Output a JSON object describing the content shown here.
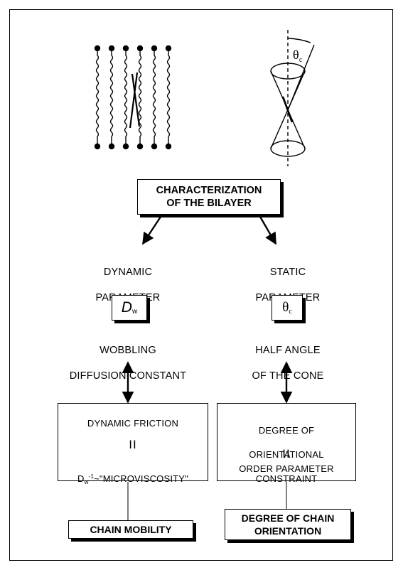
{
  "diagram": {
    "bilayer_box": {
      "line1": "CHARACTERIZATION",
      "line2": "OF THE BILAYER"
    },
    "cone_label": {
      "symbol": "θ",
      "subscript": "c"
    },
    "left": {
      "parameter": {
        "line1": "DYNAMIC",
        "line2": "PARAMETER"
      },
      "symbol": {
        "main": "D",
        "subscript": "w"
      },
      "description": {
        "line1": "WOBBLING",
        "line2": "DIFFUSION CONSTANT"
      },
      "friction_box": {
        "line1": "DYNAMIC FRICTION",
        "equals": "II",
        "d": "D",
        "d_sub": "w",
        "d_sup": "-1",
        "rest": "~\"MICROVISCOSITY\""
      },
      "result": "CHAIN MOBILITY"
    },
    "right": {
      "parameter": {
        "line1": "STATIC",
        "line2": "PARAMETER"
      },
      "symbol": {
        "main": "θ",
        "subscript": "c"
      },
      "description": {
        "line1": "HALF ANGLE",
        "line2": "OF THE CONE"
      },
      "constraint_box": {
        "line1": "DEGREE OF",
        "line2": "ORIENTATIONAL",
        "line3": "CONSTRAINT",
        "equals": "II",
        "line4": "ORDER PARAMETER"
      },
      "result": {
        "line1": "DEGREE OF CHAIN",
        "line2": "ORIENTATION"
      }
    }
  }
}
